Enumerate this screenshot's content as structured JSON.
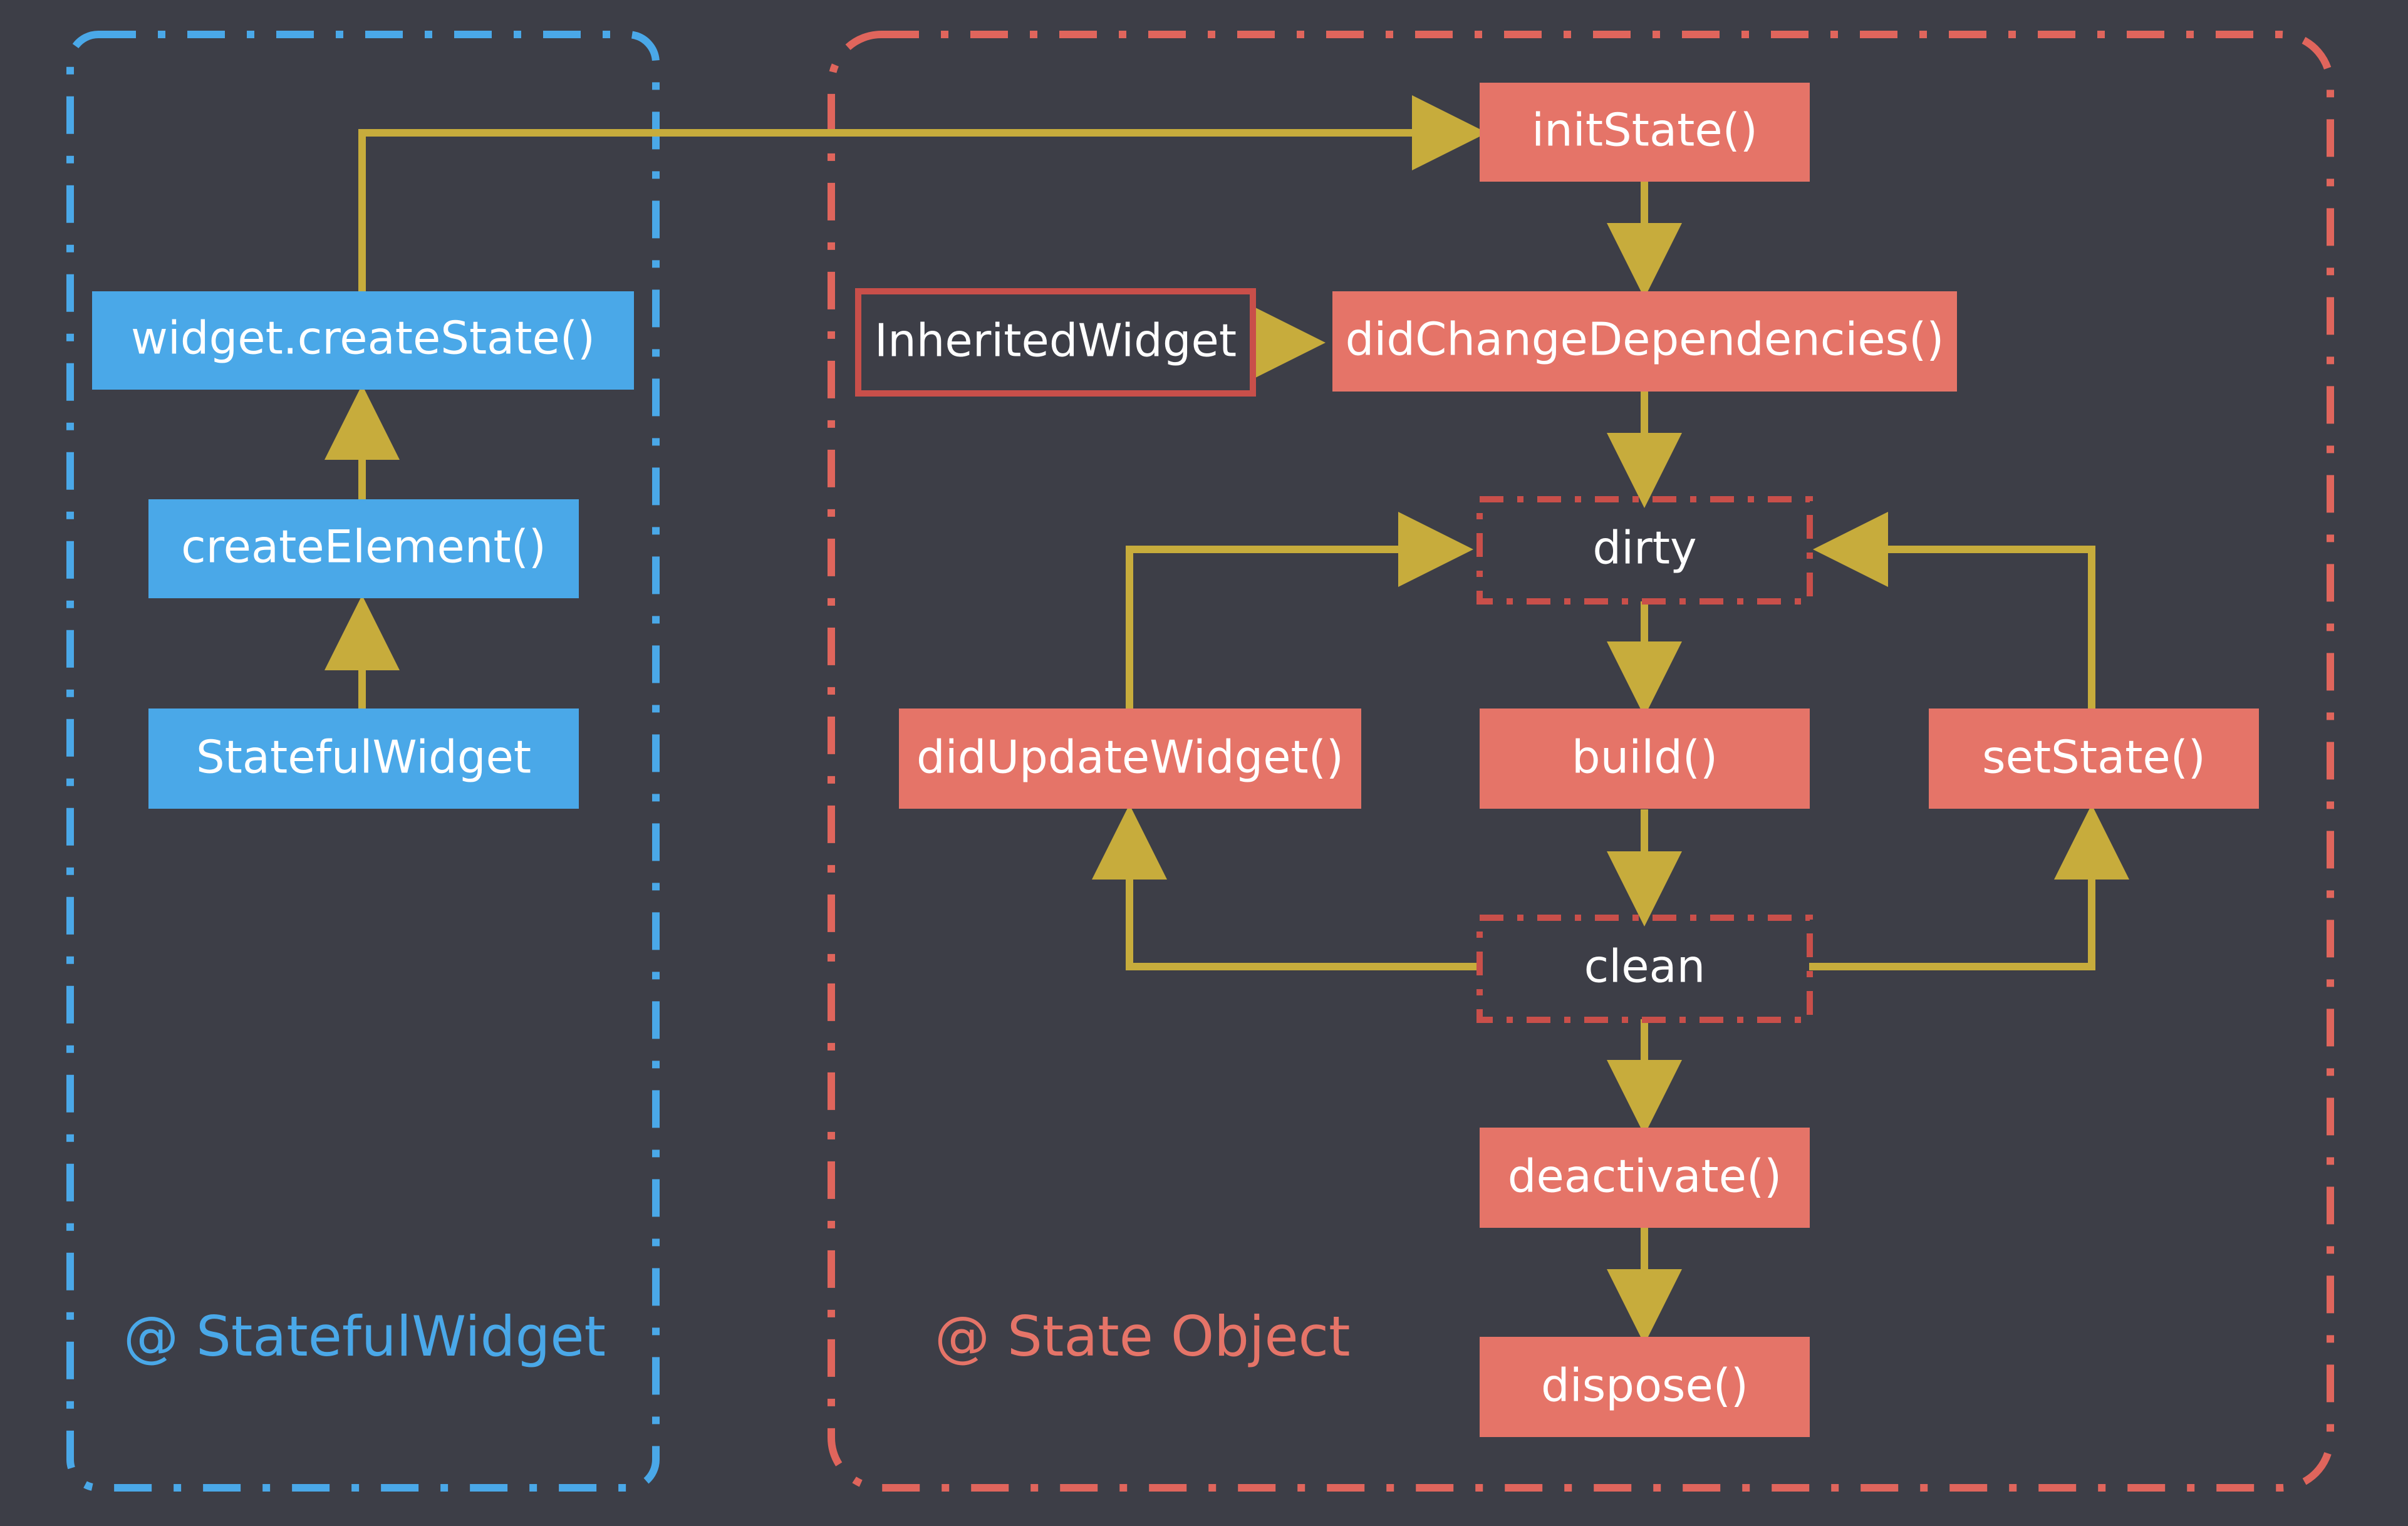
{
  "colors": {
    "background": "#3d3e47",
    "blue_box": "#4aa8e8",
    "blue_border": "#4aa8e8",
    "red_box": "#e57468",
    "red_border": "#e0655c",
    "arrow": "#c7ac3c",
    "text": "#ffffff"
  },
  "groups": {
    "stateful_widget": {
      "label": "@ StatefulWidget"
    },
    "state_object": {
      "label": "@ State Object"
    }
  },
  "nodes": {
    "widget_create_state": "widget.createState()",
    "create_element": "createElement()",
    "stateful_widget": "StatefulWidget",
    "init_state": "initState()",
    "inherited_widget": "InheritedWidget",
    "did_change_dependencies": "didChangeDependencies()",
    "dirty": "dirty",
    "did_update_widget": "didUpdateWidget()",
    "build": "build()",
    "set_state": "setState()",
    "clean": "clean",
    "deactivate": "deactivate()",
    "dispose": "dispose()"
  }
}
